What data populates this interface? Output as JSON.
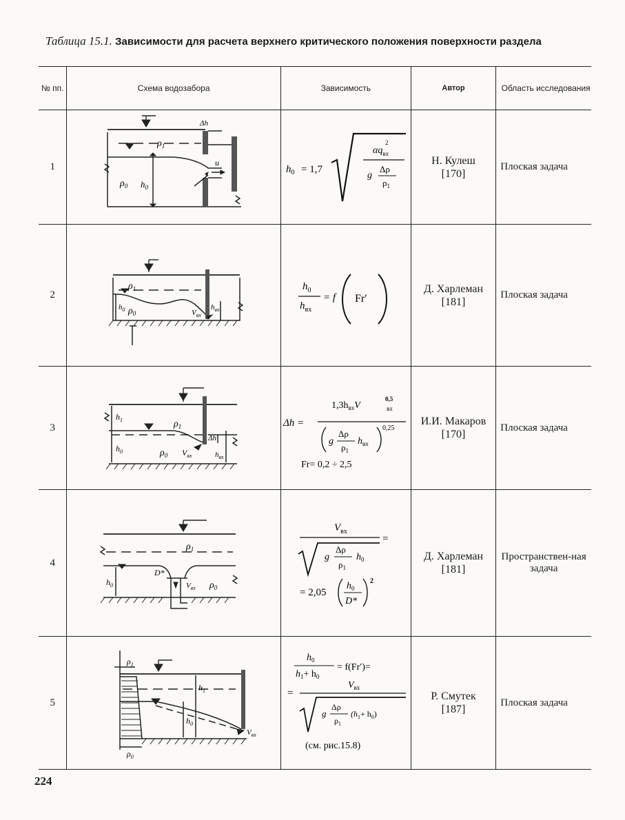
{
  "caption": {
    "lead": "Таблица 15.1.",
    "rest": "Зависимости для расчета верхнего критического положения поверхности раздела"
  },
  "headers": {
    "num": "№ пп.",
    "scheme": "Схема водозабора",
    "formula": "Зависимость",
    "author": "Автор",
    "area": "Область исследования"
  },
  "rows": [
    {
      "num": "1",
      "author_line1": "Н. Кулеш",
      "author_line2": "[170]",
      "area": "Плоская задача",
      "formula": {
        "lhs": "h",
        "lhs_sub": "0",
        "coef": "= 1,7",
        "num": "αq",
        "num_sub": "вх",
        "num_sup": "2",
        "den_g": "g",
        "den_drho": "Δρ",
        "den_rho": "ρ",
        "den_rho_sub": "1"
      },
      "labels": {
        "dh": "Δh",
        "rho1": "ρ",
        "rho1_sub": "1",
        "rho0": "ρ",
        "rho0_sub": "0",
        "h0": "h",
        "h0_sub": "0",
        "u": "u"
      }
    },
    {
      "num": "2",
      "author_line1": "Д. Харлеман",
      "author_line2": "[181]",
      "area": "Плоская задача",
      "formula": {
        "num": "h",
        "num_sub": "0",
        "den": "h",
        "den_sub": "вх",
        "eq": "= f",
        "arg": "Fr′"
      },
      "labels": {
        "rho1": "ρ",
        "rho1_sub": "1",
        "rho0": "ρ",
        "rho0_sub": "0",
        "h0": "h",
        "h0_sub": "0",
        "hvx": "h",
        "hvx_sub": "вх",
        "v": "V",
        "v_sub": "вх"
      }
    },
    {
      "num": "3",
      "author_line1": "И.И. Макаров",
      "author_line2": "[170]",
      "area": "Плоская задача",
      "formula": {
        "lhs": "Δh =",
        "num": "1,3h",
        "num_sub": "вх",
        "num_v": "V",
        "num_v_sup": "0,5",
        "num_v_sub": "вх",
        "den_g": "g",
        "den_drho": "Δρ",
        "den_rho": "ρ",
        "den_rho_sub": "1",
        "den_h": "h",
        "den_h_sub": "вх",
        "den_pow": "0,25",
        "fr": "Fr= 0,2 ÷ 2,5"
      },
      "labels": {
        "h1": "h",
        "h1_sub": "1",
        "rho1": "ρ",
        "rho1_sub": "1",
        "rho0": "ρ",
        "rho0_sub": "0",
        "h0": "h",
        "h0_sub": "0",
        "dh": "Δh",
        "hvx": "h",
        "hvx_sub": "вх",
        "v": "V",
        "v_sub": "вх"
      }
    },
    {
      "num": "4",
      "author_line1": "Д. Харлеман",
      "author_line2": "[181]",
      "area": "Пространствен-ная задача",
      "formula": {
        "num": "V",
        "num_sub": "вх",
        "eq": "=",
        "den_g": "g",
        "den_drho": "Δρ",
        "den_rho": "ρ",
        "den_rho_sub": "1",
        "den_h": "h",
        "den_h_sub": "0",
        "rhs": "= 2,05",
        "frac_num": "h",
        "frac_num_sub": "0",
        "frac_den": "D*",
        "pow": "2"
      },
      "labels": {
        "rho1": "ρ",
        "rho1_sub": "1",
        "rho0": "ρ",
        "rho0_sub": "0",
        "h0": "h",
        "h0_sub": "0",
        "d": "D*",
        "v": "V",
        "v_sub": "вх"
      }
    },
    {
      "num": "5",
      "author_line1": "Р. Смутек",
      "author_line2": "[187]",
      "area": "Плоская задача",
      "formula": {
        "num": "h",
        "num_sub": "0",
        "den": "h",
        "den_sub": "1",
        "den_plus": "+ h",
        "den_plus_sub": "0",
        "eq": "= f(Fr′)=",
        "eq2": "=",
        "num2": "V",
        "num2_sub": "вх",
        "den_g": "g",
        "den_drho": "Δρ",
        "den_rho": "ρ",
        "den_rho_sub": "1",
        "den_tail": "(h",
        "den_tail_sub": "1",
        "den_tail2": "+ h",
        "den_tail2_sub": "0",
        "den_tail3": ")",
        "see": "(см. рис.15.8)"
      },
      "labels": {
        "rho1": "ρ",
        "rho1_sub": "1",
        "rho0": "ρ",
        "rho0_sub": "0",
        "h1": "h",
        "h1_sub": "1",
        "h0": "h",
        "h0_sub": "0",
        "v": "V",
        "v_sub": "вх"
      }
    }
  ],
  "page_number": "224"
}
